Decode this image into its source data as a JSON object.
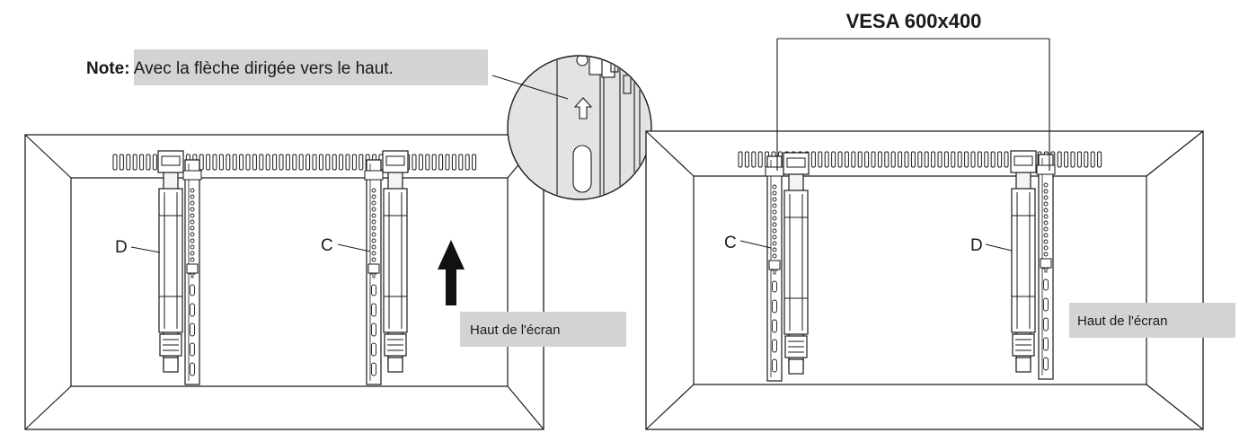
{
  "note": {
    "prefix": "Note:",
    "text": " Avec la flèche dirigée vers le haut."
  },
  "vesa_label": "VESA 600x400",
  "left_panel": {
    "label_d": "D",
    "label_c": "C",
    "screen_top_label": "Haut de l'écran"
  },
  "right_panel": {
    "label_c": "C",
    "label_d": "D",
    "screen_top_label": "Haut de l'écran"
  },
  "colors": {
    "line": "#1a1a1a",
    "label_box": "#d3d3d3",
    "magnifier_fill": "#e3e3e3",
    "bracket_fill": "#f4f4f4"
  }
}
